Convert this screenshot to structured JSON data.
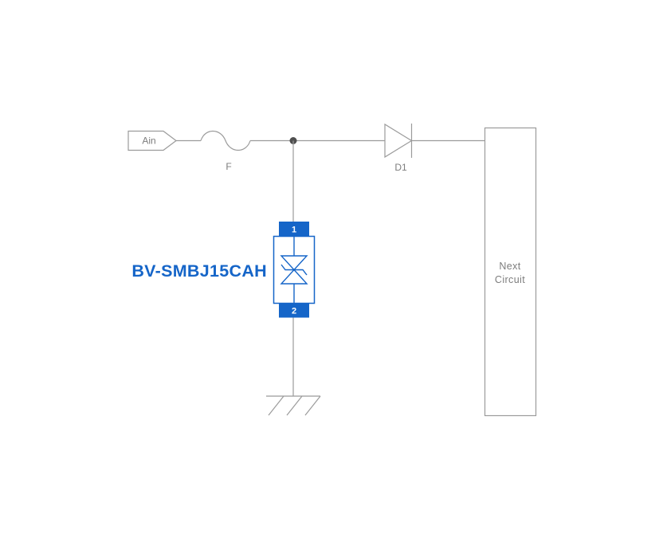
{
  "diagram": {
    "input_label": "Ain",
    "fuse_label": "F",
    "diode_label": "D1",
    "tvs_label": "BV-SMBJ15CAH",
    "tvs_pin1": "1",
    "tvs_pin2": "2",
    "next_circuit": {
      "line1": "Next",
      "line2": "Circuit"
    }
  },
  "colors": {
    "background": "#ffffff",
    "wire-gray": "#9b9b9b",
    "label-gray": "#7d7d7d",
    "junction-gray": "#4f4f4f",
    "accent-blue": "#1565c8",
    "pin-text": "#ffffff"
  }
}
